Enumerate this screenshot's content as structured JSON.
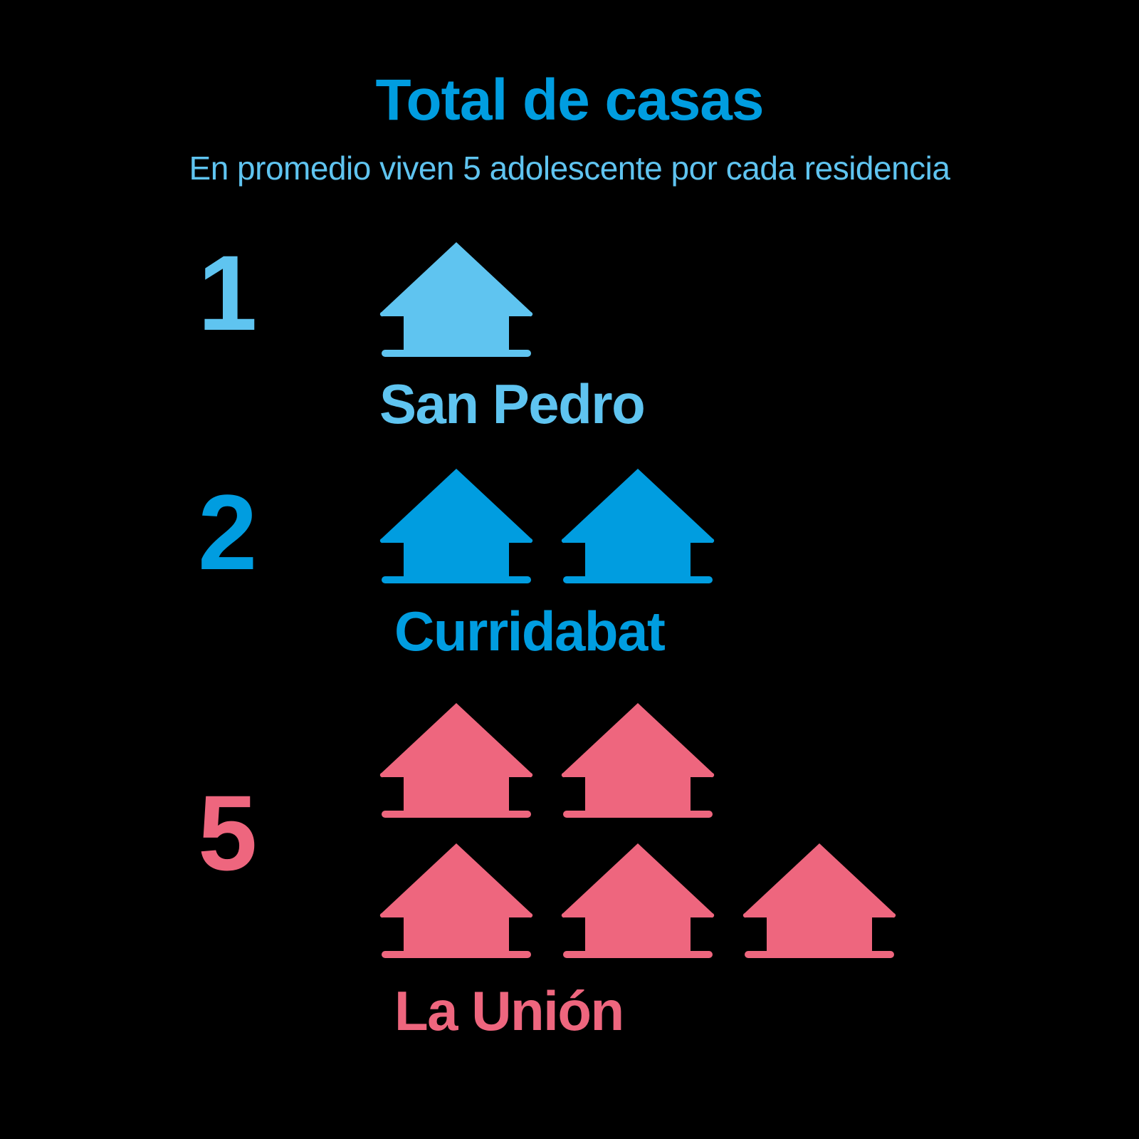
{
  "header": {
    "title": "Total de casas",
    "subtitle": "En promedio viven 5 adolescente por cada residencia"
  },
  "colors": {
    "background": "#000000",
    "light_blue": "#5FC4F0",
    "blue": "#009DE0",
    "pink": "#EE667E"
  },
  "chart_data": {
    "type": "pictogram",
    "title": "Total de casas",
    "subtitle": "En promedio viven 5 adolescente por cada residencia",
    "unit_icon": "house-icon",
    "unit_value": 1,
    "xlabel": "",
    "ylabel": "",
    "categories": [
      "San Pedro",
      "Curridabat",
      "La Unión"
    ],
    "values": [
      1,
      2,
      5
    ],
    "series": [
      {
        "name": "Total de casas",
        "values": [
          1,
          2,
          5
        ]
      }
    ],
    "colors": [
      "#5FC4F0",
      "#009DE0",
      "#EE667E"
    ],
    "legend": "none",
    "grid": false
  },
  "rows": [
    {
      "id": "san-pedro",
      "count": "1",
      "count_value": 1,
      "label": "San Pedro",
      "color": "#5FC4F0",
      "icon": "house-icon"
    },
    {
      "id": "curridabat",
      "count": "2",
      "count_value": 2,
      "label": "Curridabat",
      "color": "#009DE0",
      "icon": "house-icon"
    },
    {
      "id": "la-union",
      "count": "5",
      "count_value": 5,
      "label": "La Unión",
      "color": "#EE667E",
      "icon": "house-icon"
    }
  ]
}
